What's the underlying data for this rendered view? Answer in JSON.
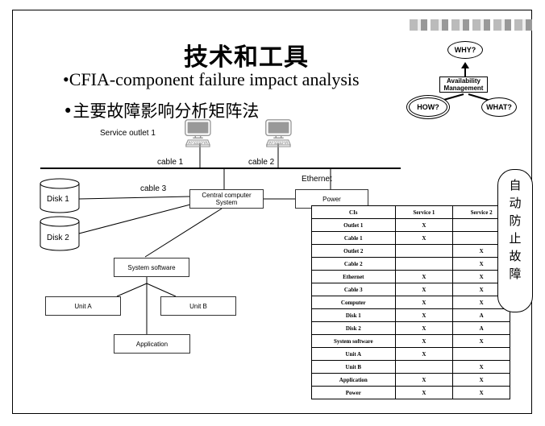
{
  "slide": {
    "title": "技术和工具",
    "bullets": [
      "•CFIA-component failure impact analysis",
      "•主要故障影响分析矩阵法"
    ]
  },
  "mgmt_diagram": {
    "why": "WHY?",
    "center": "Availability Management",
    "how": "HOW?",
    "what": "WHAT?"
  },
  "network": {
    "service_outlet": "Service outlet 1",
    "cable1": "cable 1",
    "cable2": "cable 2",
    "ethernet": "Ethernet",
    "cable3": "cable 3",
    "disk1": "Disk 1",
    "disk2": "Disk 2",
    "central": "Central computer System",
    "power": "Power",
    "system_software": "System software",
    "unit_a": "Unit A",
    "unit_b": "Unit B",
    "application": "Application"
  },
  "callout_chars": [
    "自",
    "动",
    "防",
    "止",
    "故",
    "障"
  ],
  "matrix": {
    "headers": [
      "CIs",
      "Service 1",
      "Service 2"
    ],
    "rows": [
      [
        "Outlet 1",
        "X",
        ""
      ],
      [
        "Cable 1",
        "X",
        ""
      ],
      [
        "Outlet 2",
        "",
        "X"
      ],
      [
        "Cable 2",
        "",
        "X"
      ],
      [
        "Ethernet",
        "X",
        "X"
      ],
      [
        "Cable 3",
        "X",
        "X"
      ],
      [
        "Computer",
        "X",
        "X"
      ],
      [
        "Disk 1",
        "X",
        "A"
      ],
      [
        "Disk 2",
        "X",
        "A"
      ],
      [
        "System software",
        "X",
        "X"
      ],
      [
        "Unit A",
        "X",
        ""
      ],
      [
        "Unit B",
        "",
        "X"
      ],
      [
        "Application",
        "X",
        "X"
      ],
      [
        "Power",
        "X",
        "X"
      ]
    ]
  }
}
